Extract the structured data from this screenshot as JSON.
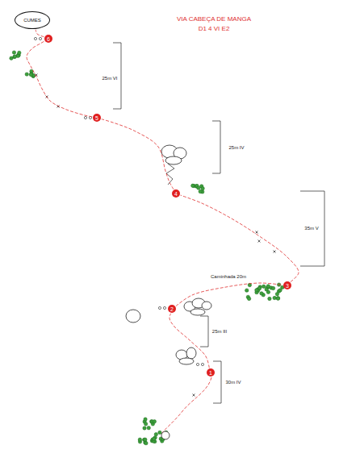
{
  "diagram": {
    "title": "VIA CABEÇA DE MANGA",
    "nodes": [
      {
        "text": [
          "CUMES"
        ]
      },
      {
        "text": [
          "6"
        ]
      },
      {
        "text": [
          "5"
        ]
      },
      {
        "text": [
          "4"
        ]
      },
      {
        "text": [
          "3"
        ]
      },
      {
        "text": [
          "2"
        ]
      },
      {
        "text": [
          "1"
        ]
      }
    ],
    "edges": [
      {
        "from": 1,
        "to": 0,
        "arrow": "none"
      },
      {
        "from": 2,
        "to": 1,
        "arrow": "none"
      },
      {
        "from": 3,
        "to": 2,
        "arrow": "none"
      },
      {
        "from": 4,
        "to": 3,
        "arrow": "none"
      },
      {
        "from": 5,
        "to": 4,
        "arrow": "none"
      },
      {
        "from": 6,
        "to": 5,
        "arrow": "none"
      }
    ],
    "labels": [
      "D1 4 VI E2",
      "25m VI",
      "25m IV",
      "35m V",
      "Caminhada 20m",
      "25m III",
      "30m IV"
    ]
  }
}
